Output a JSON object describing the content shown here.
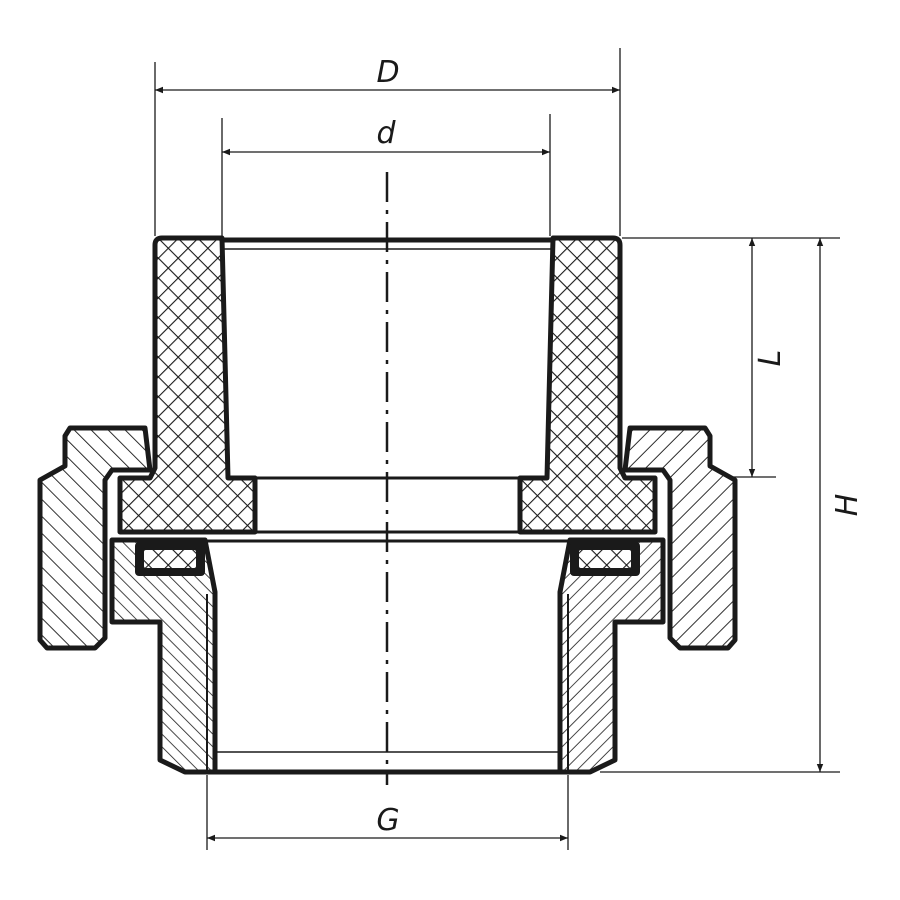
{
  "drawing": {
    "labels": {
      "D": "D",
      "d": "d",
      "L": "L",
      "H": "H",
      "G": "G"
    },
    "colors": {
      "line": "#1a1a1a",
      "background": "#ffffff"
    }
  }
}
